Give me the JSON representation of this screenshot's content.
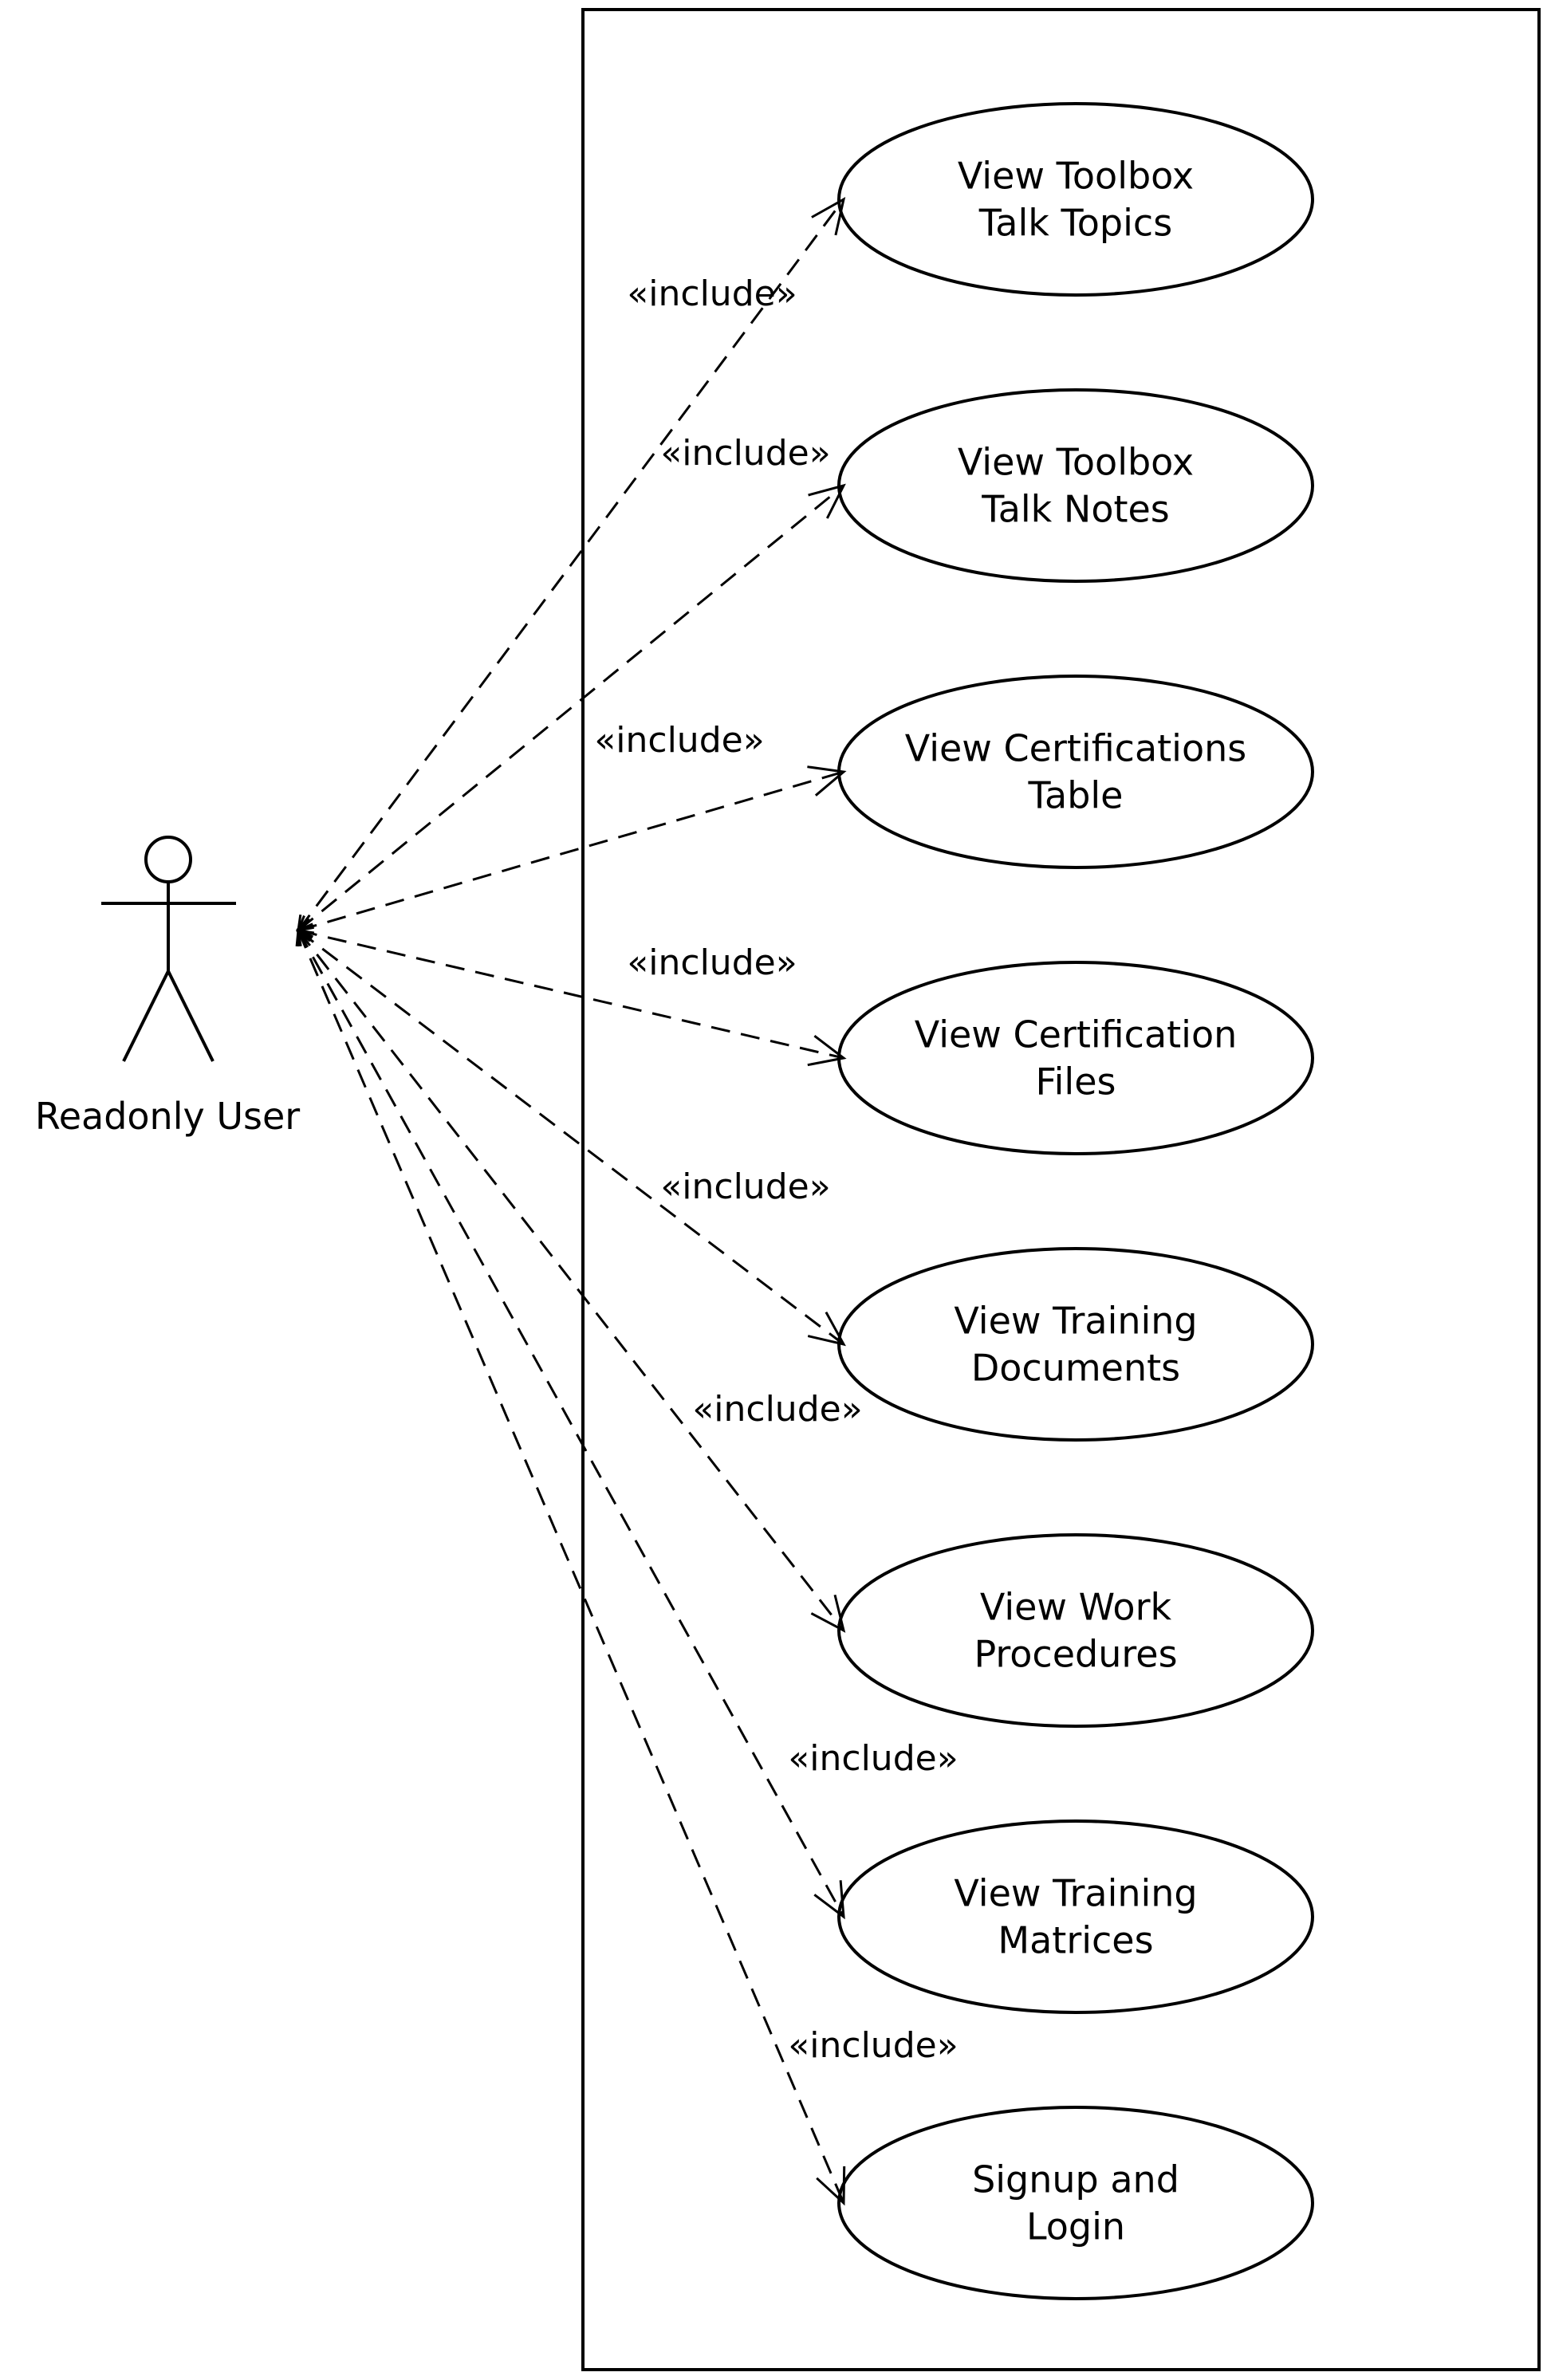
{
  "actor": {
    "label": "Readonly User"
  },
  "use_cases": [
    {
      "id": "uc1",
      "lines": [
        "View Toolbox",
        "Talk Topics"
      ]
    },
    {
      "id": "uc2",
      "lines": [
        "View Toolbox",
        "Talk Notes"
      ]
    },
    {
      "id": "uc3",
      "lines": [
        "View Certifications",
        "Table"
      ]
    },
    {
      "id": "uc4",
      "lines": [
        "View Certification",
        "Files"
      ]
    },
    {
      "id": "uc5",
      "lines": [
        "View Training",
        "Documents"
      ]
    },
    {
      "id": "uc6",
      "lines": [
        "View Work",
        "Procedures"
      ]
    },
    {
      "id": "uc7",
      "lines": [
        "View Training",
        "Matrices"
      ]
    },
    {
      "id": "uc8",
      "lines": [
        "Signup and",
        "Login"
      ]
    }
  ],
  "relationships": [
    {
      "from": "actor",
      "to": "uc1",
      "label": "«include»"
    },
    {
      "from": "actor",
      "to": "uc2",
      "label": "«include»"
    },
    {
      "from": "actor",
      "to": "uc3",
      "label": "«include»"
    },
    {
      "from": "actor",
      "to": "uc4",
      "label": "«include»"
    },
    {
      "from": "actor",
      "to": "uc5",
      "label": "«include»"
    },
    {
      "from": "actor",
      "to": "uc6",
      "label": "«include»"
    },
    {
      "from": "actor",
      "to": "uc7",
      "label": "«include»"
    },
    {
      "from": "actor",
      "to": "uc8",
      "label": "«include»"
    }
  ]
}
